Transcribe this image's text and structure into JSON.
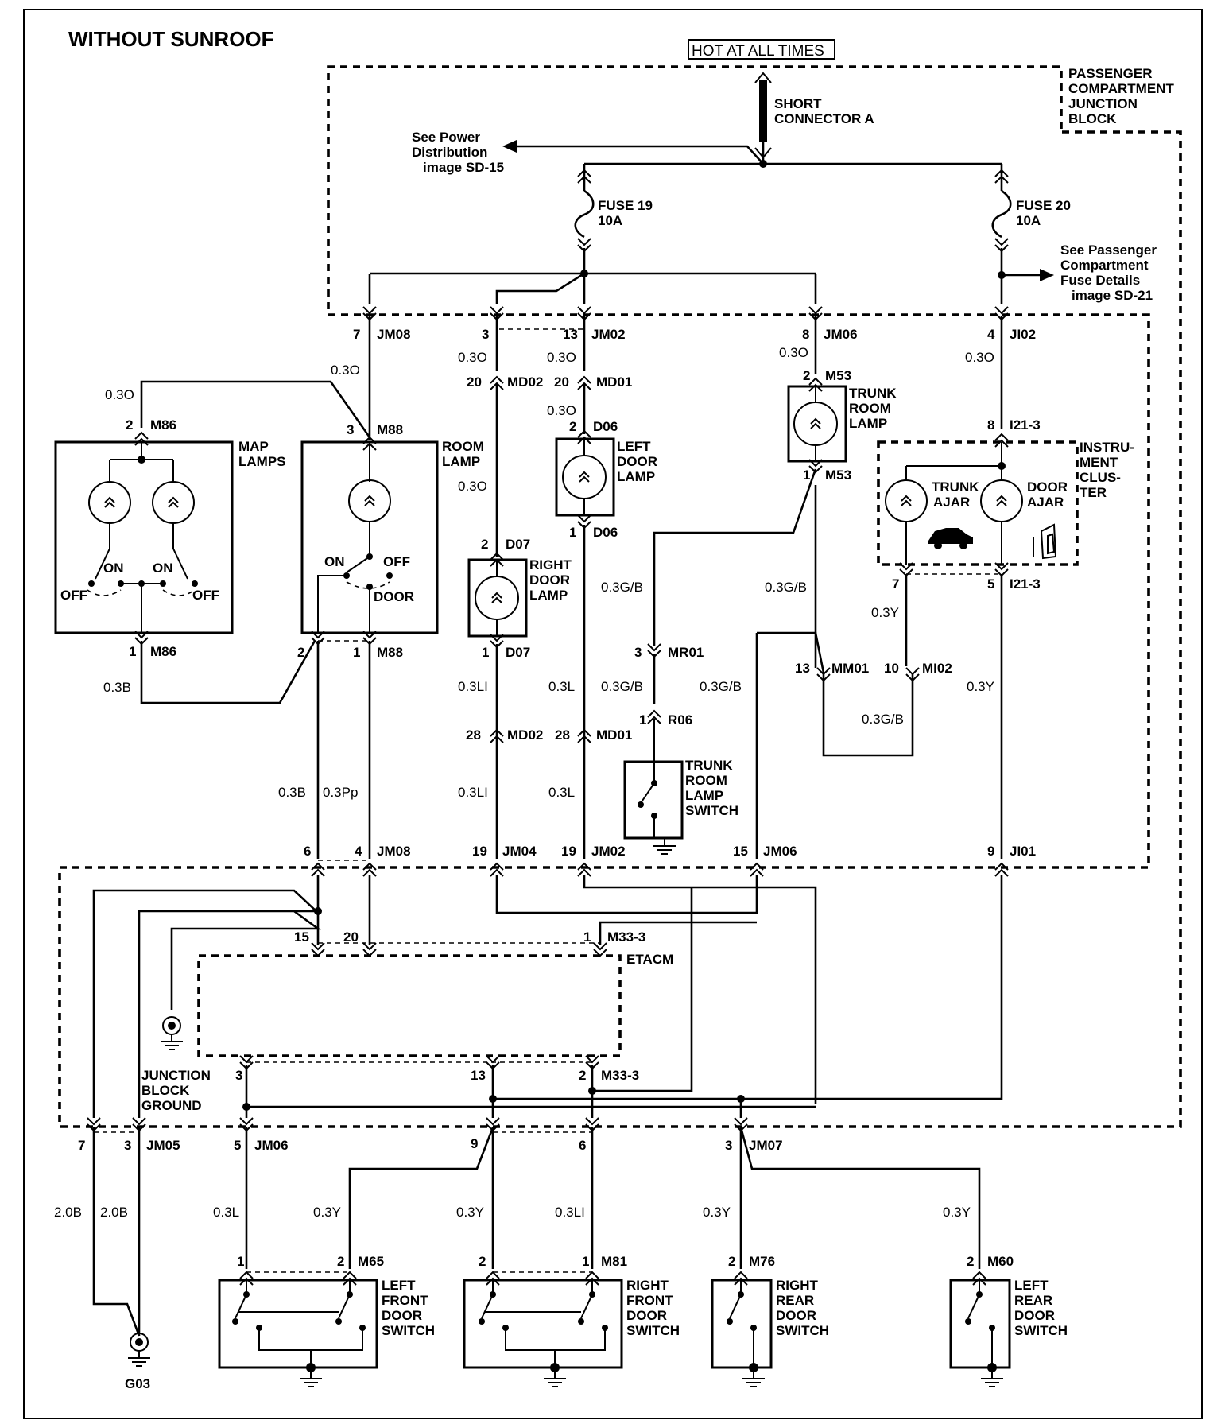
{
  "title": "WITHOUT SUNROOF",
  "hot_label": "HOT AT ALL TIMES",
  "colors": {
    "ink": "#000000",
    "paper": "#ffffff"
  },
  "blocks": {
    "pcjb": [
      "PASSENGER",
      "COMPARTMENT",
      "JUNCTION",
      "BLOCK"
    ],
    "short_connector": [
      "SHORT",
      "CONNECTOR A"
    ],
    "etacm": "ETACM",
    "instrument_cluster": [
      "INSTRU-",
      "MENT",
      "CLUS-",
      "TER"
    ],
    "junction_ground": [
      "JUNCTION",
      "BLOCK",
      "GROUND"
    ]
  },
  "notes": {
    "power_dist": [
      "See Power",
      "Distribution",
      "image SD-15"
    ],
    "fuse_details": [
      "See Passenger",
      "Compartment",
      "Fuse Details",
      "image SD-21"
    ]
  },
  "fuses": [
    {
      "name": "FUSE 19",
      "rating": "10A"
    },
    {
      "name": "FUSE 20",
      "rating": "10A"
    }
  ],
  "components": {
    "map_lamps": [
      "MAP",
      "LAMPS"
    ],
    "room_lamp": [
      "ROOM",
      "LAMP"
    ],
    "right_door_lamp": [
      "RIGHT",
      "DOOR",
      "LAMP"
    ],
    "left_door_lamp": [
      "LEFT",
      "DOOR",
      "LAMP"
    ],
    "trunk_room_lamp": [
      "TRUNK",
      "ROOM",
      "LAMP"
    ],
    "trunk_room_lamp_switch": [
      "TRUNK",
      "ROOM",
      "LAMP",
      "SWITCH"
    ],
    "trunk_ajar": [
      "TRUNK",
      "AJAR"
    ],
    "door_ajar": [
      "DOOR",
      "AJAR"
    ],
    "left_front_door_switch": [
      "LEFT",
      "FRONT",
      "DOOR",
      "SWITCH"
    ],
    "right_front_door_switch": [
      "RIGHT",
      "FRONT",
      "DOOR",
      "SWITCH"
    ],
    "right_rear_door_switch": [
      "RIGHT",
      "REAR",
      "DOOR",
      "SWITCH"
    ],
    "left_rear_door_switch": [
      "LEFT",
      "REAR",
      "DOOR",
      "SWITCH"
    ]
  },
  "switch_states": {
    "on": "ON",
    "off": "OFF",
    "door": "DOOR"
  },
  "ground_g03": "G03",
  "connectors": {
    "jm08_top": {
      "pin": "7",
      "id": "JM08"
    },
    "md_top": {
      "pin": "3",
      "id": ""
    },
    "jm02_top": {
      "pin": "13",
      "id": "JM02"
    },
    "jm06_top": {
      "pin": "8",
      "id": "JM06"
    },
    "ji02": {
      "pin": "4",
      "id": "JI02"
    },
    "md02_a": {
      "pin": "20",
      "id": "MD02"
    },
    "md01_a": {
      "pin": "20",
      "id": "MD01"
    },
    "m53_top": {
      "pin": "2",
      "id": "M53"
    },
    "m53_bot": {
      "pin": "1",
      "id": "M53"
    },
    "m86_top": {
      "pin": "2",
      "id": "M86"
    },
    "m88_top": {
      "pin": "3",
      "id": "M88"
    },
    "i21_top": {
      "pin": "8",
      "id": "I21-3"
    },
    "d06_top": {
      "pin": "2",
      "id": "D06"
    },
    "d06_bot": {
      "pin": "1",
      "id": "D06"
    },
    "d07_top": {
      "pin": "2",
      "id": "D07"
    },
    "d07_bot": {
      "pin": "1",
      "id": "D07"
    },
    "i21_7": {
      "pin": "7",
      "id": ""
    },
    "i21_5": {
      "pin": "5",
      "id": "I21-3"
    },
    "m86_bot": {
      "pin": "1",
      "id": "M86"
    },
    "m88_bot2": {
      "pin": "2",
      "id": ""
    },
    "m88_bot1": {
      "pin": "1",
      "id": "M88"
    },
    "mr01": {
      "pin": "3",
      "id": "MR01"
    },
    "mm01": {
      "pin": "13",
      "id": "MM01"
    },
    "mi02": {
      "pin": "10",
      "id": "MI02"
    },
    "r06": {
      "pin": "1",
      "id": "R06"
    },
    "md02_b": {
      "pin": "28",
      "id": "MD02"
    },
    "md01_b": {
      "pin": "28",
      "id": "MD01"
    },
    "jm08_6": {
      "pin": "6",
      "id": ""
    },
    "jm08_4": {
      "pin": "4",
      "id": "JM08"
    },
    "jm04": {
      "pin": "19",
      "id": "JM04"
    },
    "jm02_bot": {
      "pin": "19",
      "id": "JM02"
    },
    "jm06_mid": {
      "pin": "15",
      "id": "JM06"
    },
    "ji01": {
      "pin": "9",
      "id": "JI01"
    },
    "etacm_15": {
      "pin": "15",
      "id": ""
    },
    "etacm_20": {
      "pin": "20",
      "id": ""
    },
    "m33_top": {
      "pin": "1",
      "id": "M33-3"
    },
    "etacm_3": {
      "pin": "3",
      "id": ""
    },
    "etacm_13": {
      "pin": "13",
      "id": ""
    },
    "m33_bot": {
      "pin": "2",
      "id": "M33-3"
    },
    "jm05_7": {
      "pin": "7",
      "id": ""
    },
    "jm05": {
      "pin": "3",
      "id": "JM05"
    },
    "jm06_bot": {
      "pin": "5",
      "id": "JM06"
    },
    "jm07_9": {
      "pin": "9",
      "id": ""
    },
    "jm07_6": {
      "pin": "6",
      "id": ""
    },
    "jm07": {
      "pin": "3",
      "id": "JM07"
    },
    "m65_1": {
      "pin": "1",
      "id": ""
    },
    "m65": {
      "pin": "2",
      "id": "M65"
    },
    "m81_2": {
      "pin": "2",
      "id": ""
    },
    "m81": {
      "pin": "1",
      "id": "M81"
    },
    "m76": {
      "pin": "2",
      "id": "M76"
    },
    "m60": {
      "pin": "2",
      "id": "M60"
    }
  },
  "wires": {
    "w_jm08_top": "0.3O",
    "w_map_top": "0.3O",
    "w_md_a": "0.3O",
    "w_jm02_a": "0.3O",
    "w_jm06_a": "0.3O",
    "w_ji02": "0.3O",
    "w_d06_top": "0.3O",
    "w_d07_top": "0.3O",
    "w_g_b_1": "0.3G/B",
    "w_g_b_2": "0.3G/B",
    "w_y_ic": "0.3Y",
    "w_b_map": "0.3B",
    "w_li_1": "0.3LI",
    "w_l_1": "0.3L",
    "w_g_b_3": "0.3G/B",
    "w_g_b_4": "0.3G/B",
    "w_y_ic2": "0.3Y",
    "w_g_b_5": "0.3G/B",
    "w_b_2": "0.3B",
    "w_pp": "0.3Pp",
    "w_li_2": "0.3LI",
    "w_l_2": "0.3L",
    "w_20b_1": "2.0B",
    "w_20b_2": "2.0B",
    "w_l_3": "0.3L",
    "w_y_1": "0.3Y",
    "w_y_2": "0.3Y",
    "w_li_3": "0.3LI",
    "w_y_3": "0.3Y",
    "w_y_4": "0.3Y"
  }
}
